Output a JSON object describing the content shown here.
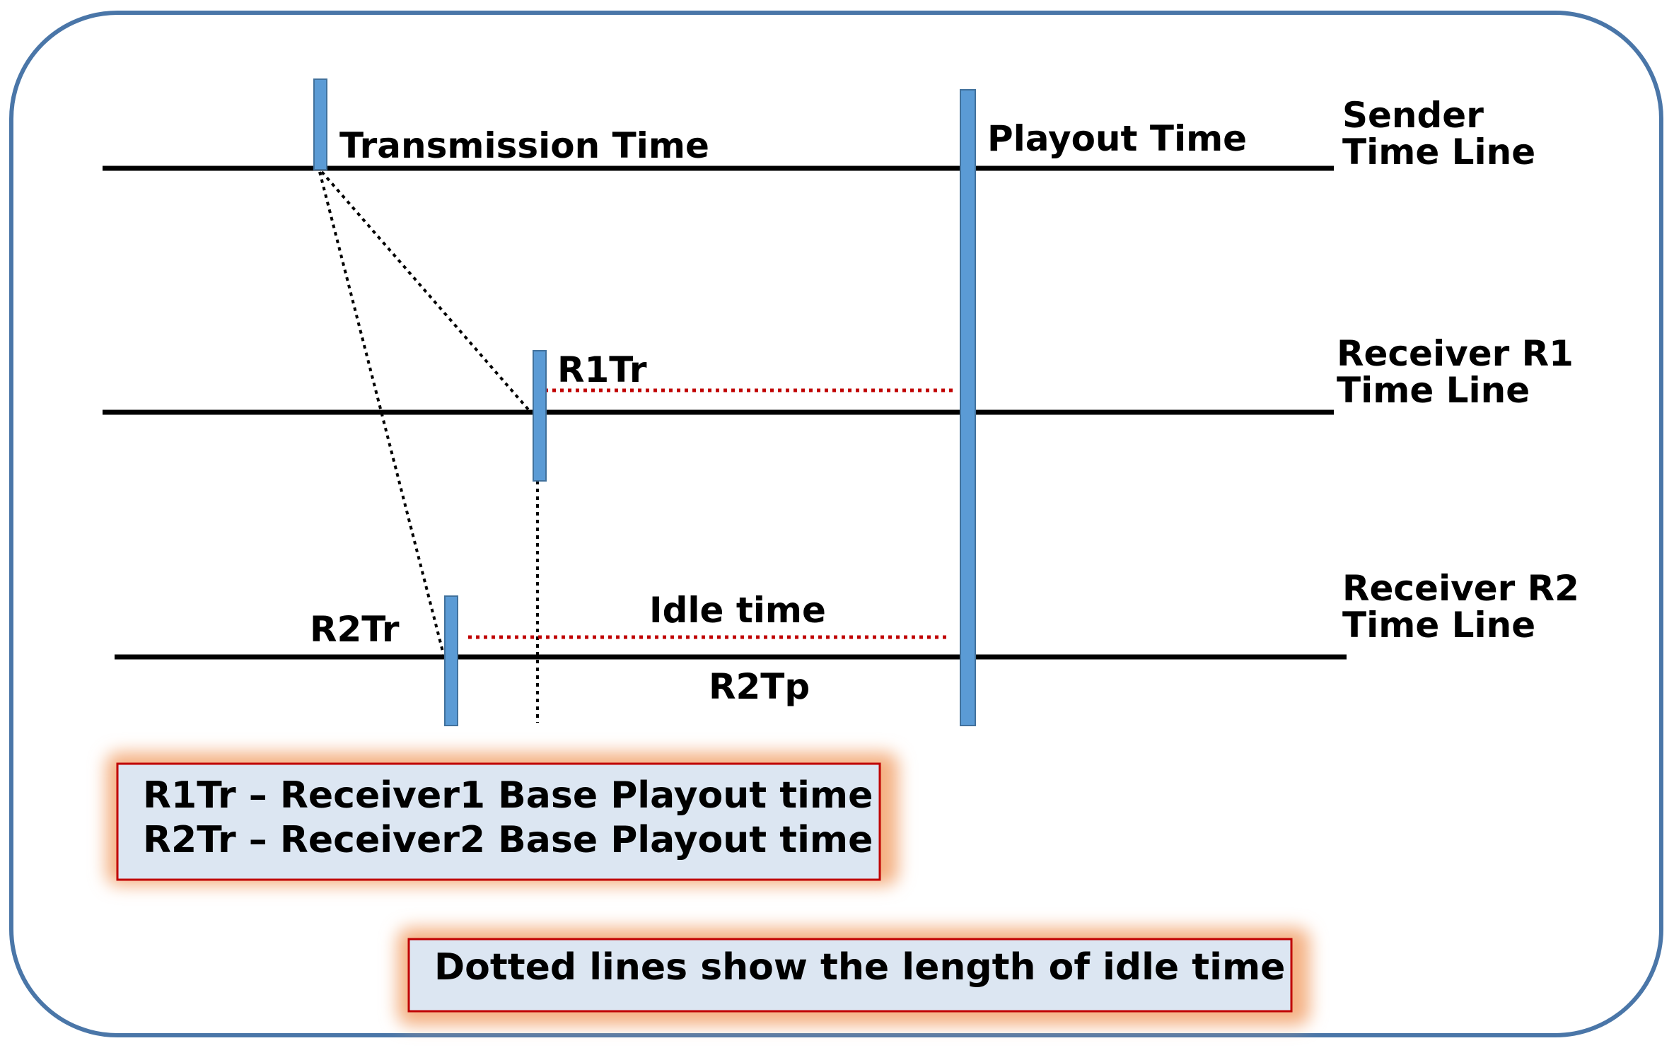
{
  "colors": {
    "frame_border": "#4a76a8",
    "timeline": "#000000",
    "marker_fill": "#5b9bd5",
    "marker_stroke": "#41719c",
    "idle_dotted": "#c00000",
    "note_fill": "#dce6f2",
    "note_border": "#c00000",
    "note_glow": "#f4b183"
  },
  "timelines": {
    "sender": {
      "line1": "Sender",
      "line2": "Time Line"
    },
    "receiver_r1": {
      "line1": "Receiver R1",
      "line2": "Time Line"
    },
    "receiver_r2": {
      "line1": "Receiver R2",
      "line2": "Time Line"
    }
  },
  "labels": {
    "transmission_time": "Transmission Time",
    "playout_time": "Playout Time",
    "r1tr": "R1Tr",
    "r2tr": "R2Tr",
    "idle_time": "Idle time",
    "r2tp": "R2Tp"
  },
  "notes": {
    "legend_line1": "R1Tr – Receiver1 Base Playout time",
    "legend_line2": "R2Tr – Receiver2 Base Playout time",
    "dotted_explanation": "Dotted lines show the length of idle time"
  }
}
